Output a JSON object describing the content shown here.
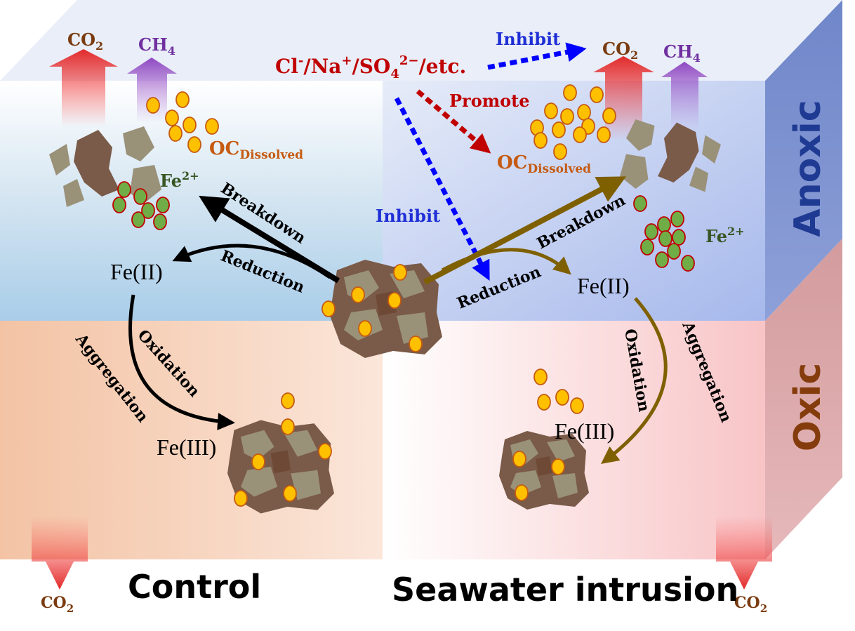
{
  "panels": {
    "control": "Control",
    "seawater": "Seawater intrusion",
    "anoxic": "Anoxic",
    "oxic": "Oxic"
  },
  "gases": {
    "co2": "CO",
    "co2_sub": "2",
    "ch4": "CH",
    "ch4_sub": "4"
  },
  "ions": {
    "cl": "Cl",
    "minus": "-",
    "na": "/Na",
    "plus": "+",
    "so": "/SO",
    "so_sub": "4",
    "so_sup": "2−",
    "etc": "/etc."
  },
  "labels": {
    "inhibit": "Inhibit",
    "promote": "Promote",
    "oc": "OC",
    "oc_sub": "Dissolved",
    "fe": "Fe",
    "fe_sup": "2+",
    "breakdown": "Breakdown",
    "reduction": "Reduction",
    "oxidation": "Oxidation",
    "aggregation": "Aggregation",
    "fe2": "Fe(II)",
    "fe3": "Fe(III)"
  },
  "colors": {
    "ion_red": "#c00000",
    "inhibit_blue": "#0000ff",
    "promote_red": "#c00000",
    "co2_brown": "#7a3b10",
    "ch4_purple": "#7030a0",
    "oc_orange": "#c55a11",
    "fe_green": "#375623",
    "anoxic_blue": "#1f3a93",
    "oxic_brown": "#843c0c",
    "seawater_arrow": "#7f6000"
  }
}
